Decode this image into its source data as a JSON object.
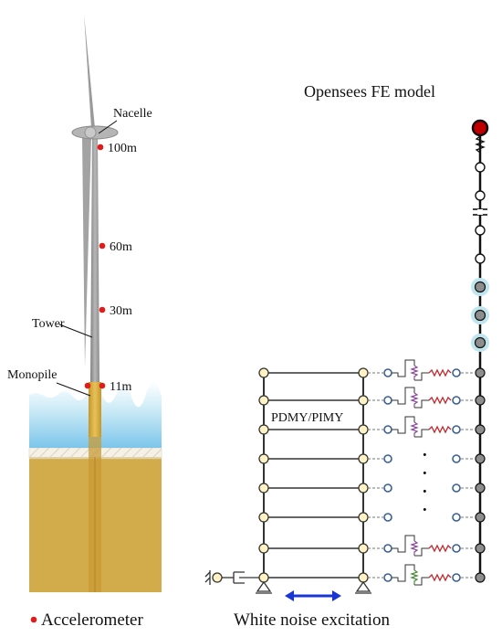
{
  "turbine": {
    "nacelle_label": "Nacelle",
    "tower_label": "Tower",
    "monopile_label": "Monopile",
    "heights": [
      "100m",
      "60m",
      "30m",
      "11m"
    ]
  },
  "legend": {
    "accelerometer_label": "Accelerometer"
  },
  "fe_model": {
    "title": "Opensees FE model",
    "soil_element_label": "PDMY/PIMY",
    "excitation_label": "White noise excitation",
    "ellipsis": "·"
  },
  "colors": {
    "sensor": "#e21a1a",
    "tower": "#9c9c9c",
    "sea": "#a9d8ef",
    "soil": "#d2ac4a",
    "spring_purple": "#8a4a9a",
    "spring_red": "#c0282c",
    "node_yellow": "#fff3c4",
    "node_blue": "#3a5f93",
    "highlight_ring": "#bfe6ee",
    "arrow": "#1a35d6"
  }
}
